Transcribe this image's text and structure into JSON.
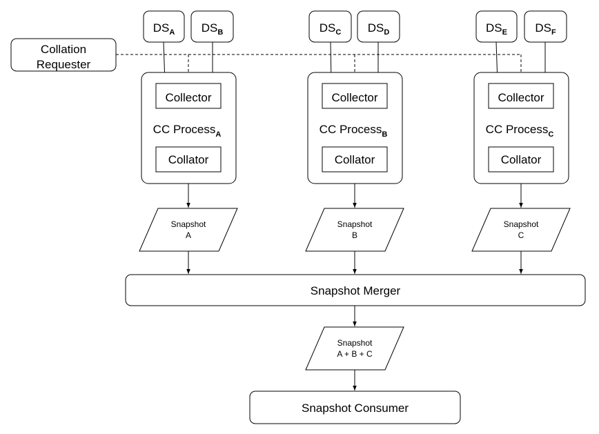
{
  "requester": {
    "line1": "Collation",
    "line2": "Requester"
  },
  "data_sources": [
    {
      "base": "DS",
      "sub": "A"
    },
    {
      "base": "DS",
      "sub": "B"
    },
    {
      "base": "DS",
      "sub": "C"
    },
    {
      "base": "DS",
      "sub": "D"
    },
    {
      "base": "DS",
      "sub": "E"
    },
    {
      "base": "DS",
      "sub": "F"
    }
  ],
  "processes": [
    {
      "collector": "Collector",
      "title": "CC Process",
      "sub": "A",
      "collator": "Collator"
    },
    {
      "collector": "Collector",
      "title": "CC Process",
      "sub": "B",
      "collator": "Collator"
    },
    {
      "collector": "Collector",
      "title": "CC Process",
      "sub": "C",
      "collator": "Collator"
    }
  ],
  "snapshots": [
    {
      "line1": "Snapshot",
      "line2": "A"
    },
    {
      "line1": "Snapshot",
      "line2": "B"
    },
    {
      "line1": "Snapshot",
      "line2": "C"
    }
  ],
  "merger": "Snapshot Merger",
  "merged_snapshot": {
    "line1": "Snapshot",
    "line2": "A + B + C"
  },
  "consumer": "Snapshot Consumer"
}
